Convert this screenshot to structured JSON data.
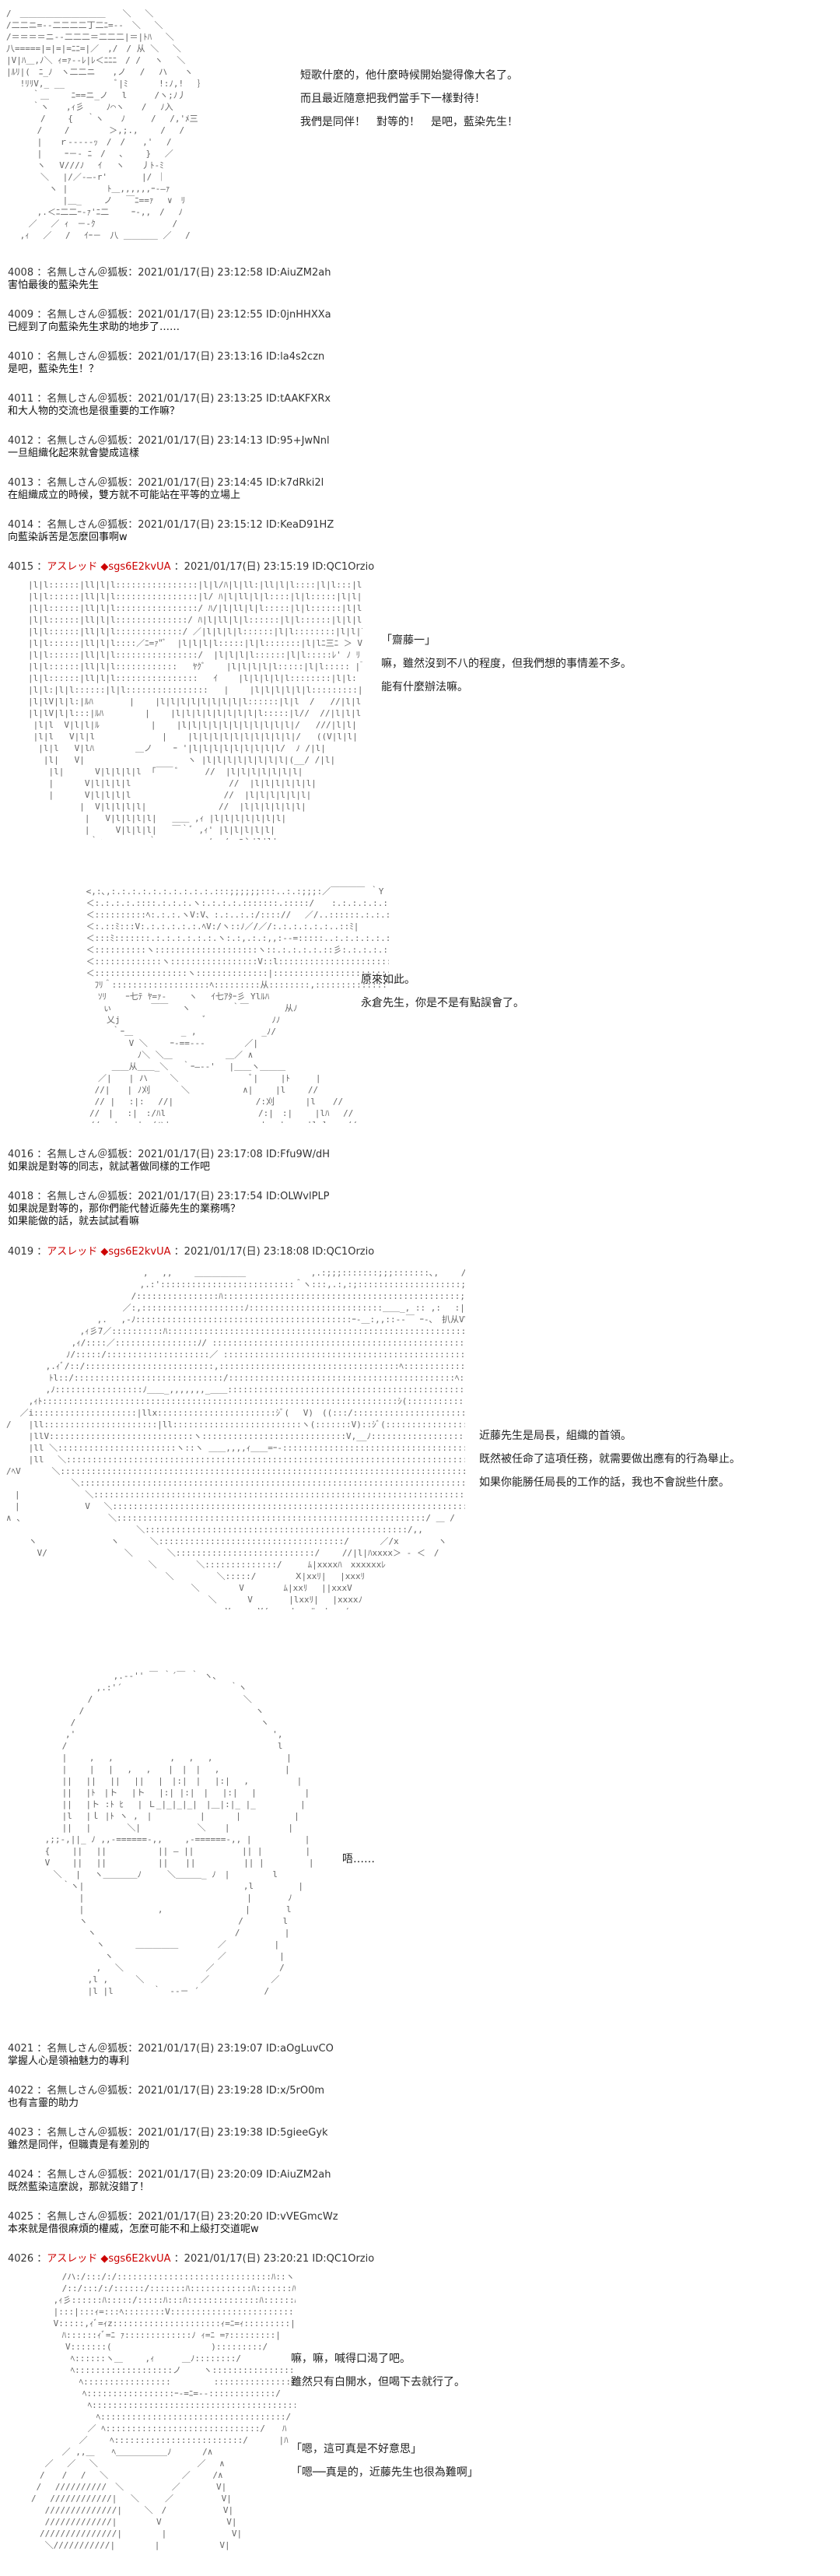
{
  "blocks": [
    {
      "lines": [
        "短歌什麼的，他什麼時候開始變得像大名了。",
        "而且最近隨意把我們當手下一樣對待！",
        "我們是同伴！　對等的！　是吧，藍染先生！"
      ]
    },
    {
      "lines": [
        "「齋藤一」",
        "嘛，雖然沒到不八的程度，但我們想的事情差不多。",
        "能有什麼辦法嘛。"
      ]
    },
    {
      "lines": [
        "原來如此。",
        "永倉先生，你是不是有點誤會了。"
      ]
    },
    {
      "lines": [
        "近藤先生是局長，組織的首領。",
        "既然被任命了這項任務，就需要做出應有的行為舉止。",
        "如果你能勝任局長的工作的話，我也不會說些什麼。"
      ]
    },
    {
      "lines": [
        "唔……"
      ]
    },
    {
      "lines": [
        "嘛，嘛，喊得口渴了吧。",
        "雖然只有白開水，但喝下去就行了。"
      ]
    },
    {
      "lines": [
        "「嗯，這可真是不好意思」",
        "「嗯──真是的，近藤先生也很為難啊」"
      ]
    }
  ],
  "posts": [
    {
      "header": "4008 ：名無しさん＠狐板：2021/01/17(日) 23:12:58 ID:AiuZM2ah",
      "body": [
        "害怕最後的藍染先生"
      ]
    },
    {
      "header": "4009 ：名無しさん＠狐板：2021/01/17(日) 23:12:55 ID:0jnHHXXa",
      "body": [
        "已經到了向藍染先生求助的地步了……"
      ]
    },
    {
      "header": "4010 ：名無しさん＠狐板：2021/01/17(日) 23:13:16 ID:la4s2czn",
      "body": [
        "是吧，藍染先生！？"
      ]
    },
    {
      "header": "4011 ：名無しさん＠狐板：2021/01/17(日) 23:13:25 ID:tAAKFXRx",
      "body": [
        "和大人物的交流也是很重要的工作嘛？"
      ]
    },
    {
      "header": "4012 ：名無しさん＠狐板：2021/01/17(日) 23:14:13 ID:95+JwNnl",
      "body": [
        "一旦組織化起來就會變成這樣"
      ]
    },
    {
      "header": "4013 ：名無しさん＠狐板：2021/01/17(日) 23:14:45 ID:k7dRki2l",
      "body": [
        "在組織成立的時候，雙方就不可能站在平等的立場上"
      ]
    },
    {
      "header": "4014 ：名無しさん＠狐板：2021/01/17(日) 23:15:12 ID:KeaD91HZ",
      "body": [
        "向藍染訴苦是怎麼回事啊w"
      ]
    },
    {
      "header": "4015 ：",
      "trip": "アスレッド ◆sgs6E2kvUA",
      "header2": " ：2021/01/17(日) 23:15:19 ID:QC1Orzio",
      "body": []
    },
    {
      "header": "4016 ：名無しさん＠狐板：2021/01/17(日) 23:17:08 ID:Ffu9W/dH",
      "body": [
        "如果說是對等的同志，就試著做同樣的工作吧"
      ]
    },
    {
      "header": "4018 ：名無しさん＠狐板：2021/01/17(日) 23:17:54 ID:OLWvlPLP",
      "body": [
        "如果說是對等的，那你們能代替近藤先生的業務嗎？",
        "如果能做的話，就去試試看嘛"
      ]
    },
    {
      "header": "4019 ：",
      "trip": "アスレッド ◆sgs6E2kvUA",
      "header2": " ：2021/01/17(日) 23:18:08 ID:QC1Orzio",
      "body": []
    },
    {
      "header": "4021 ：名無しさん＠狐板：2021/01/17(日) 23:19:07 ID:aOgLuvCO",
      "body": [
        "掌握人心是領袖魅力的專利"
      ]
    },
    {
      "header": "4022 ：名無しさん＠狐板：2021/01/17(日) 23:19:28 ID:x/5rO0m",
      "body": [
        "也有言靈的助力"
      ]
    },
    {
      "header": "4023 ：名無しさん＠狐板：2021/01/17(日) 23:19:38 ID:5gieeGyk",
      "body": [
        "雖然是同伴，但職責是有差別的"
      ]
    },
    {
      "header": "4024 ：名無しさん＠狐板：2021/01/17(日) 23:20:09 ID:AiuZM2ah",
      "body": [
        "既然藍染這麼說，那就沒錯了！"
      ]
    },
    {
      "header": "4025 ：名無しさん＠狐板：2021/01/17(日) 23:20:20 ID:vVEGmcWz",
      "body": [
        "本來就是借很麻煩的權威，怎麼可能不和上級打交道呢w"
      ]
    },
    {
      "header": "4026 ：",
      "trip": "アスレッド ◆sgs6E2kvUA",
      "header2": " ：2021/01/17(日) 23:20:21 ID:QC1Orzio",
      "body": []
    }
  ]
}
